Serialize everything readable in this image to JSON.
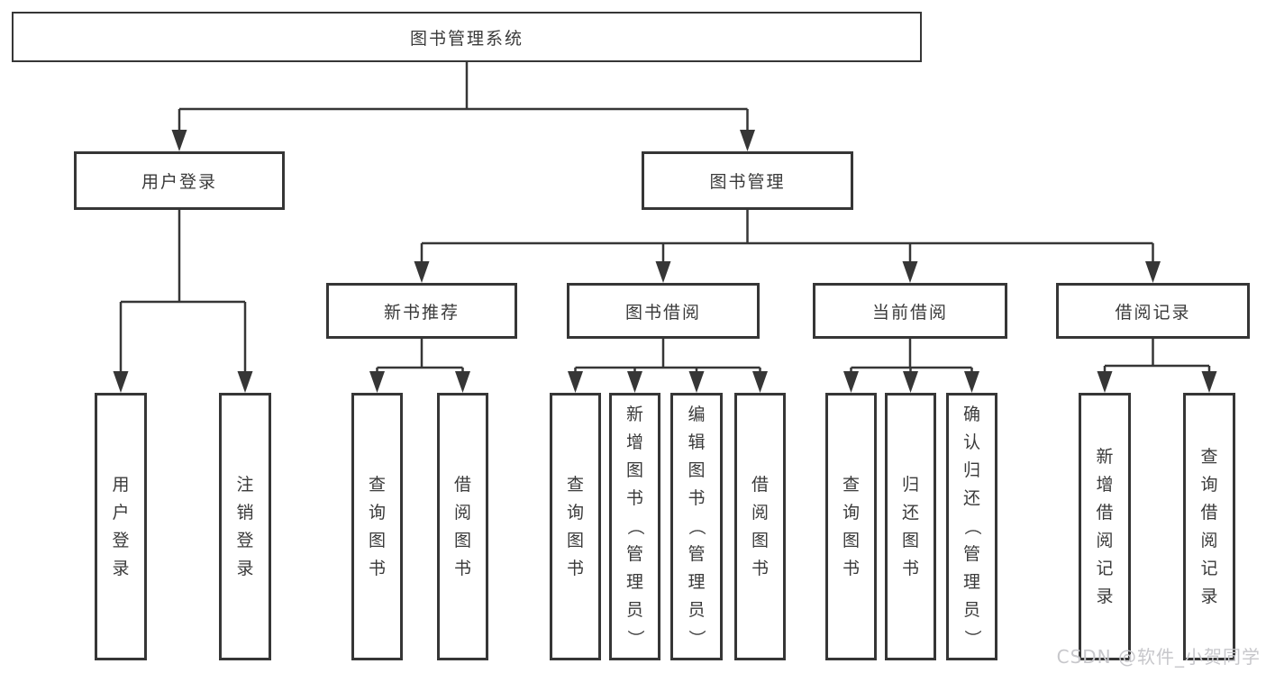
{
  "diagram": {
    "root": {
      "label": "图书管理系统"
    },
    "branches": [
      {
        "label": "用户登录",
        "children": [
          {
            "label": "用户登录"
          },
          {
            "label": "注销登录"
          }
        ]
      },
      {
        "label": "图书管理",
        "children": [
          {
            "label": "新书推荐",
            "children": [
              {
                "label": "查询图书"
              },
              {
                "label": "借阅图书"
              }
            ]
          },
          {
            "label": "图书借阅",
            "children": [
              {
                "label": "查询图书"
              },
              {
                "label": "新增图书（管理员）"
              },
              {
                "label": "编辑图书（管理员）"
              },
              {
                "label": "借阅图书"
              }
            ]
          },
          {
            "label": "当前借阅",
            "children": [
              {
                "label": "查询图书"
              },
              {
                "label": "归还图书"
              },
              {
                "label": "确认归还（管理员）"
              }
            ]
          },
          {
            "label": "借阅记录",
            "children": [
              {
                "label": "新增借阅记录"
              },
              {
                "label": "查询借阅记录"
              }
            ]
          }
        ]
      }
    ]
  },
  "watermark": {
    "text": "CSDN @软件_小贺同学"
  },
  "colors": {
    "line": "#363636",
    "text": "#3a3a3a",
    "watermark": "#c7c7cb",
    "background": "#ffffff"
  }
}
